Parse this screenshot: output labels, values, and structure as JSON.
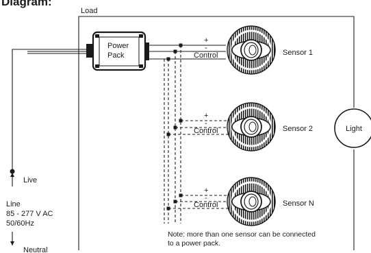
{
  "heading": "Diagram:",
  "load_label": "Load",
  "power_pack": {
    "line1": "Power",
    "line2": "Pack"
  },
  "wire_labels": {
    "plus": "+",
    "minus": "-",
    "control": "Control"
  },
  "sensors": [
    {
      "name": "Sensor 1"
    },
    {
      "name": "Sensor 2"
    },
    {
      "name": "Sensor N"
    }
  ],
  "light_label": "Light",
  "live_label": "Live",
  "line_label": "Line",
  "voltage_label": "85 - 277 V AC",
  "frequency_label": "50/60Hz",
  "neutral_label": "Neutral",
  "note": {
    "line1": "Note: more than one sensor can be connected",
    "line2": "to a power pack."
  }
}
